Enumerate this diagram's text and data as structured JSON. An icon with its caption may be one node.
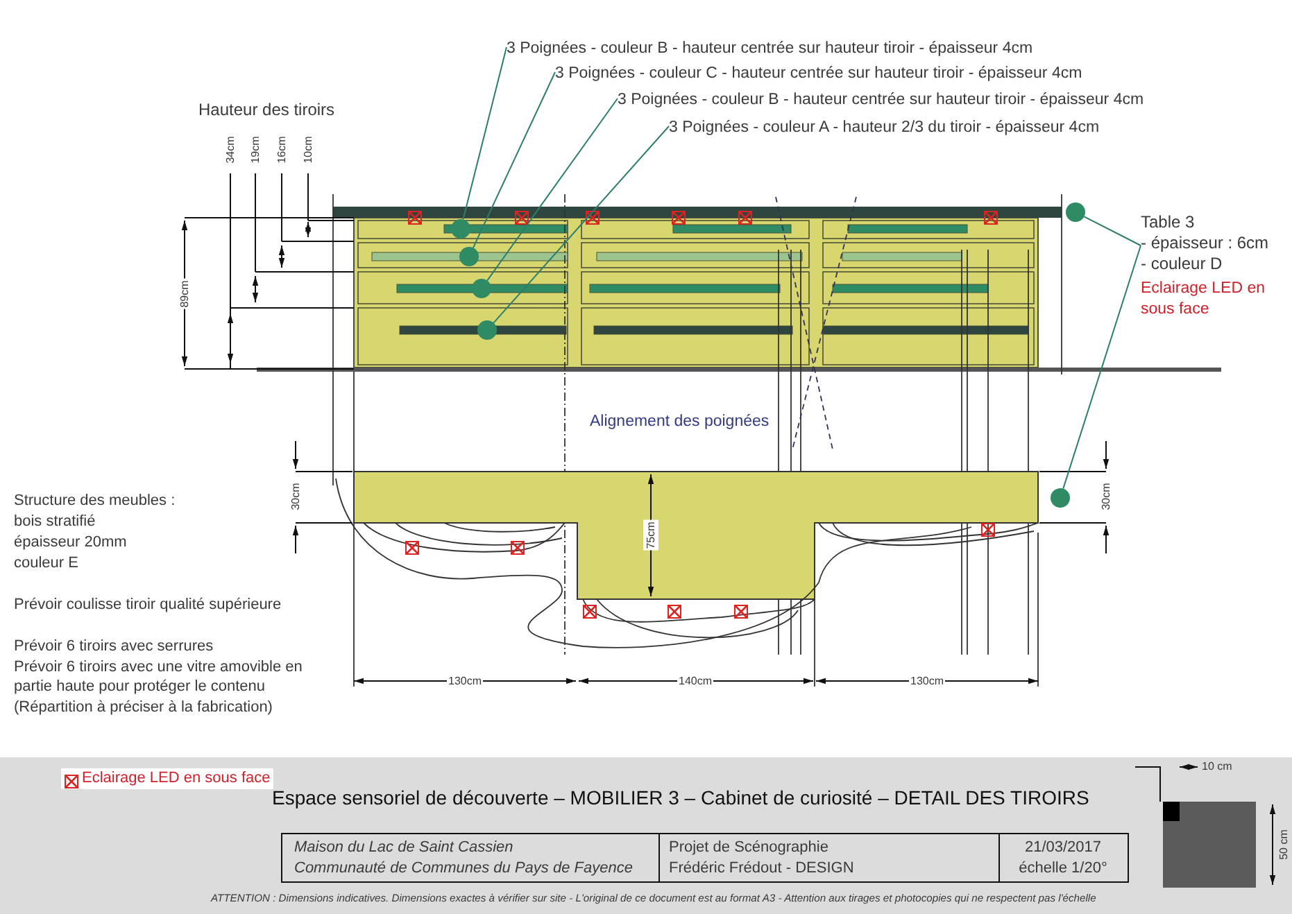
{
  "diagram": {
    "title": "Espace sensoriel de découverte – MOBILIER 3 – Cabinet de curiosité – DETAIL DES TIROIRS",
    "nodes": [
      {
        "text": [
          "3 Poignées - couleur B - hauteur centrée sur hauteur tiroir - épaisseur 4cm"
        ]
      },
      {
        "text": [
          "3 Poignées - couleur C - hauteur centrée sur hauteur tiroir - épaisseur 4cm"
        ]
      },
      {
        "text": [
          "3 Poignées - couleur B - hauteur centrée sur hauteur tiroir - épaisseur 4cm"
        ]
      },
      {
        "text": [
          "3 Poignées - couleur A - hauteur 2/3 du tiroir - épaisseur 4cm"
        ]
      },
      {
        "text": [],
        "shape": "circle"
      },
      {
        "text": [],
        "shape": "circle"
      },
      {
        "text": [],
        "shape": "circle"
      },
      {
        "text": [],
        "shape": "circle"
      },
      {
        "text": [
          "Table 3",
          "- épaisseur : 6cm",
          "- couleur D",
          "Eclairage LED en sous face"
        ]
      },
      {
        "text": [],
        "shape": "circle"
      },
      {
        "text": [],
        "shape": "circle"
      }
    ],
    "edges": [
      {
        "from": 0,
        "to": 4,
        "arrow": "none"
      },
      {
        "from": 1,
        "to": 5,
        "arrow": "none"
      },
      {
        "from": 2,
        "to": 6,
        "arrow": "none"
      },
      {
        "from": 3,
        "to": 7,
        "arrow": "none"
      },
      {
        "from": 8,
        "to": 9,
        "arrow": "none"
      },
      {
        "from": 8,
        "to": 10,
        "arrow": "none"
      }
    ],
    "labels": [
      "Hauteur des tiroirs",
      "34cm",
      "19cm",
      "16cm",
      "10cm",
      "89cm",
      "Alignement des poignées",
      "30cm",
      "Structure des meubles :",
      "bois stratifié",
      "épaisseur 20mm",
      "couleur E",
      "75cm",
      "30cm",
      "Prévoir coulisse tiroir qualité supérieure",
      "Prévoir 6 tiroirs avec serrures",
      "Prévoir 6 tiroirs avec une vitre amovible en partie haute pour protéger le contenu",
      "(Répartition à préciser à la fabrication)",
      "130cm",
      "140cm",
      "130cm",
      "10 cm",
      "50 cm",
      "Maison du Lac de Saint Cassien",
      "Communauté de Communes du Pays de Fayence",
      "Projet de Scénographie",
      "Frédéric Frédout - DESIGN",
      "21/03/2017",
      "échelle 1/20°",
      "ATTENTION : Dimensions indicatives. Dimensions exactes à vérifier sur site - L'original de ce document est au format A3 - Attention aux tirages et photocopies qui ne respectent pas l'échelle"
    ],
    "legend": [
      {
        "text": "Eclairage LED en sous face"
      }
    ]
  }
}
